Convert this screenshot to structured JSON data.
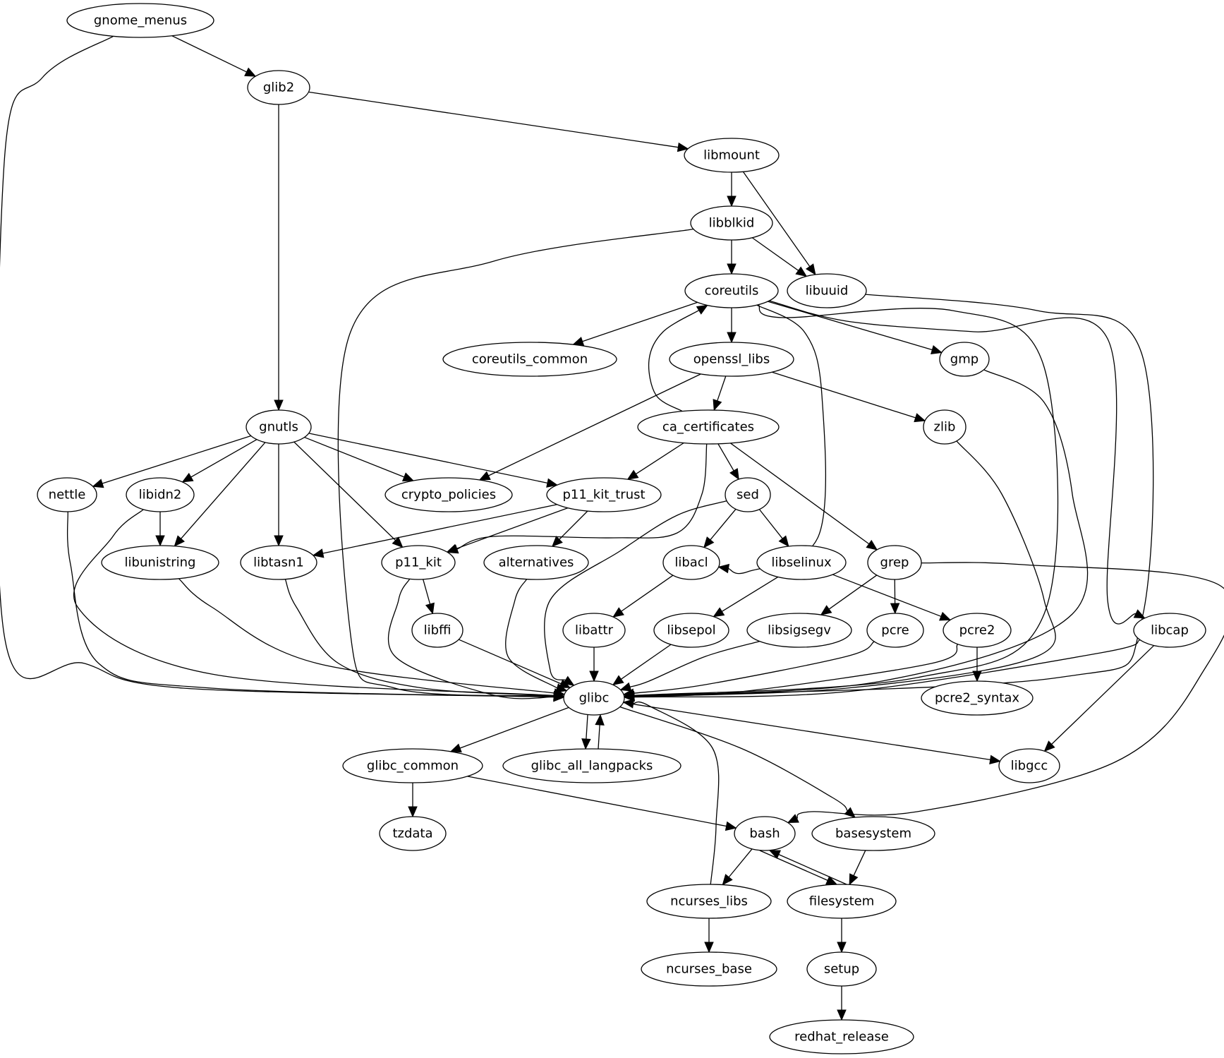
{
  "diagram": {
    "type": "directed-graph",
    "nodes": [
      {
        "id": "gnome_menus",
        "label": "gnome_menus"
      },
      {
        "id": "glib2",
        "label": "glib2"
      },
      {
        "id": "libmount",
        "label": "libmount"
      },
      {
        "id": "libblkid",
        "label": "libblkid"
      },
      {
        "id": "coreutils",
        "label": "coreutils"
      },
      {
        "id": "libuuid",
        "label": "libuuid"
      },
      {
        "id": "coreutils_common",
        "label": "coreutils_common"
      },
      {
        "id": "openssl_libs",
        "label": "openssl_libs"
      },
      {
        "id": "gmp",
        "label": "gmp"
      },
      {
        "id": "ca_certificates",
        "label": "ca_certificates"
      },
      {
        "id": "zlib",
        "label": "zlib"
      },
      {
        "id": "gnutls",
        "label": "gnutls"
      },
      {
        "id": "nettle",
        "label": "nettle"
      },
      {
        "id": "libidn2",
        "label": "libidn2"
      },
      {
        "id": "crypto_policies",
        "label": "crypto_policies"
      },
      {
        "id": "p11_kit_trust",
        "label": "p11_kit_trust"
      },
      {
        "id": "sed",
        "label": "sed"
      },
      {
        "id": "libunistring",
        "label": "libunistring"
      },
      {
        "id": "libtasn1",
        "label": "libtasn1"
      },
      {
        "id": "p11_kit",
        "label": "p11_kit"
      },
      {
        "id": "alternatives",
        "label": "alternatives"
      },
      {
        "id": "libacl",
        "label": "libacl"
      },
      {
        "id": "libselinux",
        "label": "libselinux"
      },
      {
        "id": "grep",
        "label": "grep"
      },
      {
        "id": "libffi",
        "label": "libffi"
      },
      {
        "id": "libattr",
        "label": "libattr"
      },
      {
        "id": "libsepol",
        "label": "libsepol"
      },
      {
        "id": "libsigsegv",
        "label": "libsigsegv"
      },
      {
        "id": "pcre",
        "label": "pcre"
      },
      {
        "id": "pcre2",
        "label": "pcre2"
      },
      {
        "id": "libcap",
        "label": "libcap"
      },
      {
        "id": "glibc",
        "label": "glibc"
      },
      {
        "id": "pcre2_syntax",
        "label": "pcre2_syntax"
      },
      {
        "id": "glibc_common",
        "label": "glibc_common"
      },
      {
        "id": "glibc_all_langpacks",
        "label": "glibc_all_langpacks"
      },
      {
        "id": "libgcc",
        "label": "libgcc"
      },
      {
        "id": "tzdata",
        "label": "tzdata"
      },
      {
        "id": "bash",
        "label": "bash"
      },
      {
        "id": "basesystem",
        "label": "basesystem"
      },
      {
        "id": "ncurses_libs",
        "label": "ncurses_libs"
      },
      {
        "id": "filesystem",
        "label": "filesystem"
      },
      {
        "id": "ncurses_base",
        "label": "ncurses_base"
      },
      {
        "id": "setup",
        "label": "setup"
      },
      {
        "id": "redhat_release",
        "label": "redhat_release"
      }
    ],
    "edges": [
      [
        "gnome_menus",
        "glib2"
      ],
      [
        "gnome_menus",
        "glibc"
      ],
      [
        "glib2",
        "libmount"
      ],
      [
        "glib2",
        "gnutls"
      ],
      [
        "libmount",
        "libblkid"
      ],
      [
        "libmount",
        "libuuid"
      ],
      [
        "libblkid",
        "coreutils"
      ],
      [
        "libblkid",
        "libuuid"
      ],
      [
        "libblkid",
        "glibc"
      ],
      [
        "libuuid",
        "glibc"
      ],
      [
        "coreutils",
        "coreutils_common"
      ],
      [
        "coreutils",
        "openssl_libs"
      ],
      [
        "coreutils",
        "gmp"
      ],
      [
        "coreutils",
        "libacl"
      ],
      [
        "coreutils",
        "libcap"
      ],
      [
        "coreutils",
        "glibc"
      ],
      [
        "openssl_libs",
        "ca_certificates"
      ],
      [
        "openssl_libs",
        "crypto_policies"
      ],
      [
        "openssl_libs",
        "zlib"
      ],
      [
        "ca_certificates",
        "coreutils"
      ],
      [
        "ca_certificates",
        "p11_kit_trust"
      ],
      [
        "ca_certificates",
        "p11_kit"
      ],
      [
        "ca_certificates",
        "sed"
      ],
      [
        "ca_certificates",
        "grep"
      ],
      [
        "gmp",
        "glibc"
      ],
      [
        "zlib",
        "glibc"
      ],
      [
        "gnutls",
        "nettle"
      ],
      [
        "gnutls",
        "libidn2"
      ],
      [
        "gnutls",
        "libunistring"
      ],
      [
        "gnutls",
        "libtasn1"
      ],
      [
        "gnutls",
        "p11_kit"
      ],
      [
        "gnutls",
        "crypto_policies"
      ],
      [
        "gnutls",
        "p11_kit_trust"
      ],
      [
        "nettle",
        "glibc"
      ],
      [
        "libidn2",
        "libunistring"
      ],
      [
        "libidn2",
        "glibc"
      ],
      [
        "p11_kit_trust",
        "libtasn1"
      ],
      [
        "p11_kit_trust",
        "p11_kit"
      ],
      [
        "p11_kit_trust",
        "alternatives"
      ],
      [
        "sed",
        "libacl"
      ],
      [
        "sed",
        "libselinux"
      ],
      [
        "sed",
        "glibc"
      ],
      [
        "libunistring",
        "glibc"
      ],
      [
        "libtasn1",
        "glibc"
      ],
      [
        "p11_kit",
        "libffi"
      ],
      [
        "p11_kit",
        "glibc"
      ],
      [
        "alternatives",
        "glibc"
      ],
      [
        "libacl",
        "libattr"
      ],
      [
        "libselinux",
        "libsepol"
      ],
      [
        "libselinux",
        "pcre2"
      ],
      [
        "grep",
        "pcre"
      ],
      [
        "grep",
        "libsigsegv"
      ],
      [
        "grep",
        "bash"
      ],
      [
        "libffi",
        "glibc"
      ],
      [
        "libattr",
        "glibc"
      ],
      [
        "libsepol",
        "glibc"
      ],
      [
        "libsigsegv",
        "glibc"
      ],
      [
        "pcre",
        "glibc"
      ],
      [
        "pcre2",
        "glibc"
      ],
      [
        "pcre2",
        "pcre2_syntax"
      ],
      [
        "libcap",
        "glibc"
      ],
      [
        "libcap",
        "libgcc"
      ],
      [
        "glibc",
        "glibc_common"
      ],
      [
        "glibc",
        "glibc_all_langpacks"
      ],
      [
        "glibc",
        "libgcc"
      ],
      [
        "glibc",
        "basesystem"
      ],
      [
        "glibc_all_langpacks",
        "glibc"
      ],
      [
        "glibc_common",
        "tzdata"
      ],
      [
        "glibc_common",
        "bash"
      ],
      [
        "ncurses_libs",
        "glibc"
      ],
      [
        "bash",
        "ncurses_libs"
      ],
      [
        "bash",
        "filesystem"
      ],
      [
        "filesystem",
        "bash"
      ],
      [
        "basesystem",
        "filesystem"
      ],
      [
        "ncurses_libs",
        "ncurses_base"
      ],
      [
        "filesystem",
        "setup"
      ],
      [
        "setup",
        "redhat_release"
      ]
    ]
  }
}
